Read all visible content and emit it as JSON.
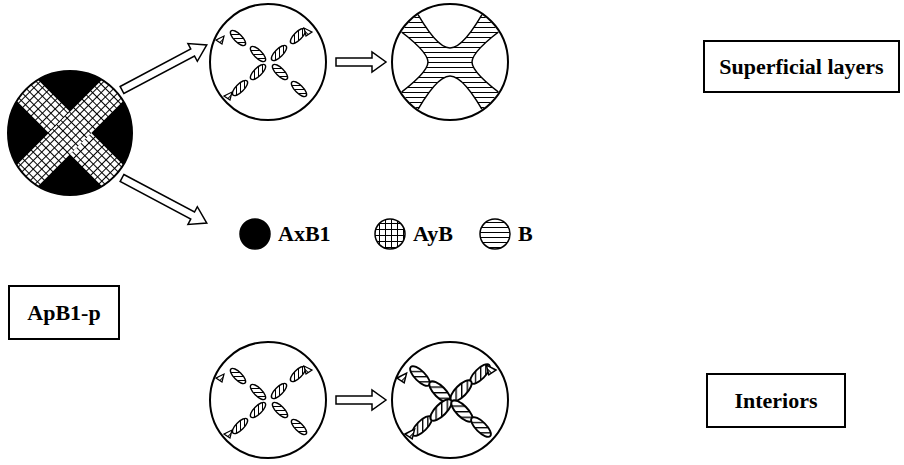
{
  "diagram": {
    "nodes": [
      {
        "text": [
          "ApB1-p"
        ]
      },
      {
        "text": [
          "Superficial layers"
        ]
      },
      {
        "text": [
          "Interiors"
        ]
      }
    ],
    "legend": [
      {
        "text": "AxB1",
        "color": "#000000"
      },
      {
        "text": "AyB"
      },
      {
        "text": "B"
      }
    ]
  }
}
